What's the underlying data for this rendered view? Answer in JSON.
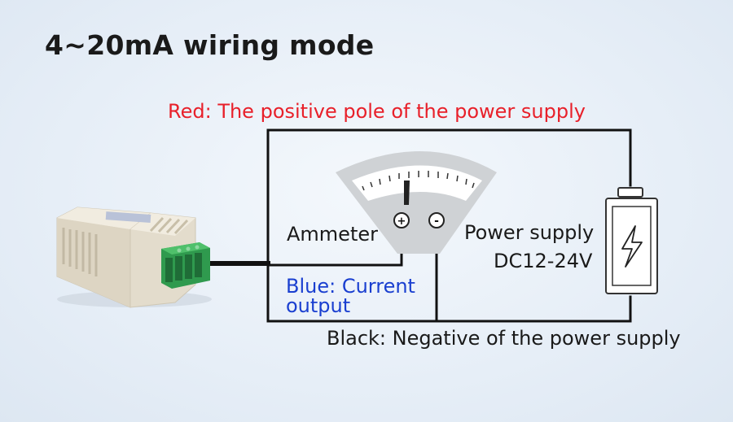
{
  "title": "4~20mA wiring mode",
  "labels": {
    "red_wire": "Red: The positive pole of the power supply",
    "ammeter": "Ammeter",
    "power_supply_line1": "Power supply",
    "power_supply_line2": "DC12-24V",
    "blue_wire_line1": "Blue: Current",
    "blue_wire_line2": "output",
    "black_wire": "Black: Negative of the power supply"
  },
  "ammeter_terminals": {
    "positive": "+",
    "negative": "-"
  },
  "icons": [
    "transmitter-device-icon",
    "ammeter-icon",
    "battery-icon",
    "lightning-bolt-icon"
  ],
  "colors": {
    "red_text": "#e8202a",
    "blue_text": "#1a3fd0",
    "wire": "#111111"
  }
}
